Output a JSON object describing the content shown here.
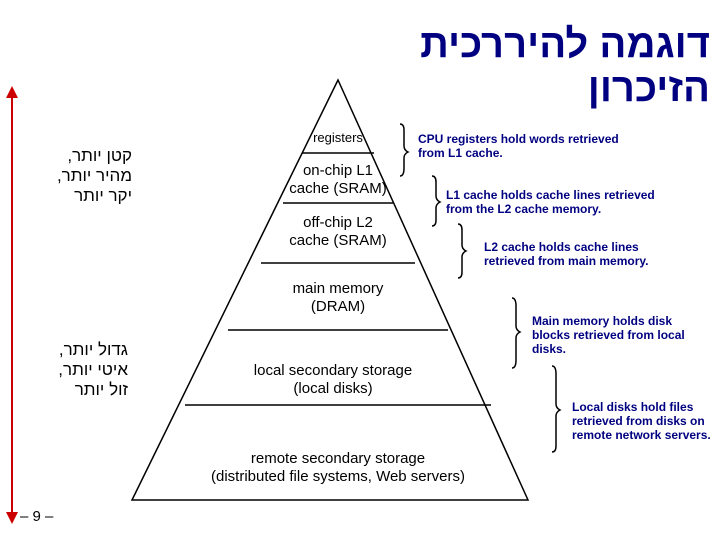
{
  "title": "דוגמה להיררכית הזיכרון",
  "side_labels": {
    "top": "קטן יותר,\nמהיר יותר,\nיקר יותר",
    "bottom": "גדול יותר,\nאיטי יותר,\nזול יותר"
  },
  "levels": [
    "registers",
    "on-chip L1\ncache (SRAM)",
    "off-chip L2\ncache (SRAM)",
    "main memory\n(DRAM)",
    "local secondary storage\n(local disks)",
    "remote secondary storage\n(distributed file systems, Web servers)"
  ],
  "notes": [
    "CPU registers hold words retrieved\nfrom L1 cache.",
    "L1 cache holds cache lines retrieved\nfrom the L2 cache memory.",
    "L2 cache holds cache lines\nretrieved from main memory.",
    "Main memory holds disk\nblocks retrieved from local\ndisks.",
    "Local disks hold files\nretrieved from disks on\nremote network servers."
  ],
  "page_number": "– 9 –",
  "colors": {
    "title": "#000080",
    "notes": "#000080",
    "arrow": "#cc0000"
  }
}
